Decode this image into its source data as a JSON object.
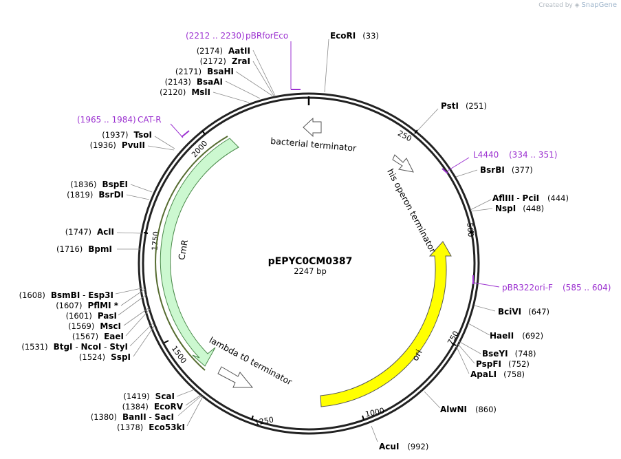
{
  "credit": {
    "prefix": "Created by",
    "brand": "SnapGene"
  },
  "plasmid": {
    "name": "pEPYC0CM0387",
    "size_label": "2247 bp"
  },
  "enzymes_right": [
    {
      "name": "EcoRI",
      "pos": "(33)"
    },
    {
      "name": "PstI",
      "pos": "(251)"
    },
    {
      "name": "BsrBI",
      "pos": "(377)"
    },
    {
      "name": "AflIII",
      "sep": " - ",
      "name2": "PciI",
      "pos": "(444)"
    },
    {
      "name": "NspI",
      "pos": "(448)"
    },
    {
      "name": "BciVI",
      "pos": "(647)"
    },
    {
      "name": "HaeII",
      "pos": "(692)"
    },
    {
      "name": "BseYI",
      "pos": "(748)"
    },
    {
      "name": "PspFI",
      "pos": "(752)"
    },
    {
      "name": "ApaLI",
      "pos": "(758)"
    },
    {
      "name": "AlwNI",
      "pos": "(860)"
    },
    {
      "name": "AcuI",
      "pos": "(992)"
    }
  ],
  "enzymes_left": [
    {
      "name": "AatII",
      "pos": "(2174)"
    },
    {
      "name": "ZraI",
      "pos": "(2172)"
    },
    {
      "name": "BsaHI",
      "pos": "(2171)"
    },
    {
      "name": "BsaAI",
      "pos": "(2143)"
    },
    {
      "name": "MslI",
      "pos": "(2120)"
    },
    {
      "name": "TsoI",
      "pos": "(1937)"
    },
    {
      "name": "PvuII",
      "pos": "(1936)"
    },
    {
      "name": "BspEI",
      "pos": "(1836)"
    },
    {
      "name": "BsrDI",
      "pos": "(1819)"
    },
    {
      "name": "AclI",
      "pos": "(1747)"
    },
    {
      "name": "BpmI",
      "pos": "(1716)"
    },
    {
      "name": "BsmBI",
      "sep": " - ",
      "name2": "Esp3I",
      "pos": "(1608)"
    },
    {
      "name": "PflMI *",
      "pos": "(1607)"
    },
    {
      "name": "PasI",
      "pos": "(1601)"
    },
    {
      "name": "MscI",
      "pos": "(1569)"
    },
    {
      "name": "EaeI",
      "pos": "(1567)"
    },
    {
      "name": "BtgI",
      "sep": " - ",
      "name2": "NcoI",
      "sep2": " - ",
      "name3": "StyI",
      "pos": "(1531)"
    },
    {
      "name": "SspI",
      "pos": "(1524)"
    },
    {
      "name": "ScaI",
      "pos": "(1419)"
    },
    {
      "name": "EcoRV",
      "pos": "(1384)"
    },
    {
      "name": "BanII",
      "sep": " - ",
      "name2": "SacI",
      "pos": "(1380)"
    },
    {
      "name": "Eco53kI",
      "pos": "(1378)"
    }
  ],
  "primers": [
    {
      "name": "pBRforEco",
      "range": "(2212 .. 2230)"
    },
    {
      "name": "CAT-R",
      "range": "(1965 .. 1984)"
    },
    {
      "name": "L4440",
      "range": "(334 .. 351)"
    },
    {
      "name": "pBR322ori-F",
      "range": "(585 .. 604)"
    }
  ],
  "features": [
    {
      "name": "bacterial terminator"
    },
    {
      "name": "his operon terminator"
    },
    {
      "name": "CmR"
    },
    {
      "name": "lambda t0 terminator"
    },
    {
      "name": "ori"
    }
  ],
  "ticks": [
    "250",
    "500",
    "750",
    "1000",
    "1250",
    "1500",
    "1750",
    "2000"
  ],
  "colors": {
    "primer": "#9b30d0",
    "cmr_fill": "#ccf8d0",
    "ori_fill": "#ffff00",
    "backbone": "#222222"
  }
}
